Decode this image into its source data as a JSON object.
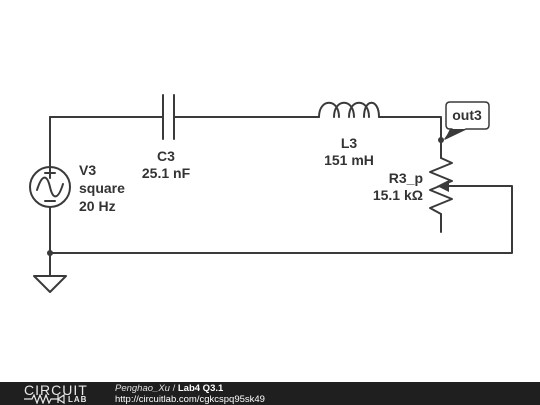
{
  "components": {
    "source": {
      "name": "V3",
      "type": "square",
      "freq": "20 Hz"
    },
    "capacitor": {
      "name": "C3",
      "value": "25.1 nF"
    },
    "inductor": {
      "name": "L3",
      "value": "151 mH"
    },
    "potentiometer": {
      "name": "R3_p",
      "value": "15.1 kΩ"
    },
    "probe": {
      "label": "out3"
    }
  },
  "footer": {
    "logo_top": "CIRCUIT",
    "logo_bottom": "LAB",
    "author": "Penghao_Xu",
    "separator": "/",
    "title": "Lab4 Q3.1",
    "url": "http://circuitlab.com/cgkcspq95sk49"
  }
}
